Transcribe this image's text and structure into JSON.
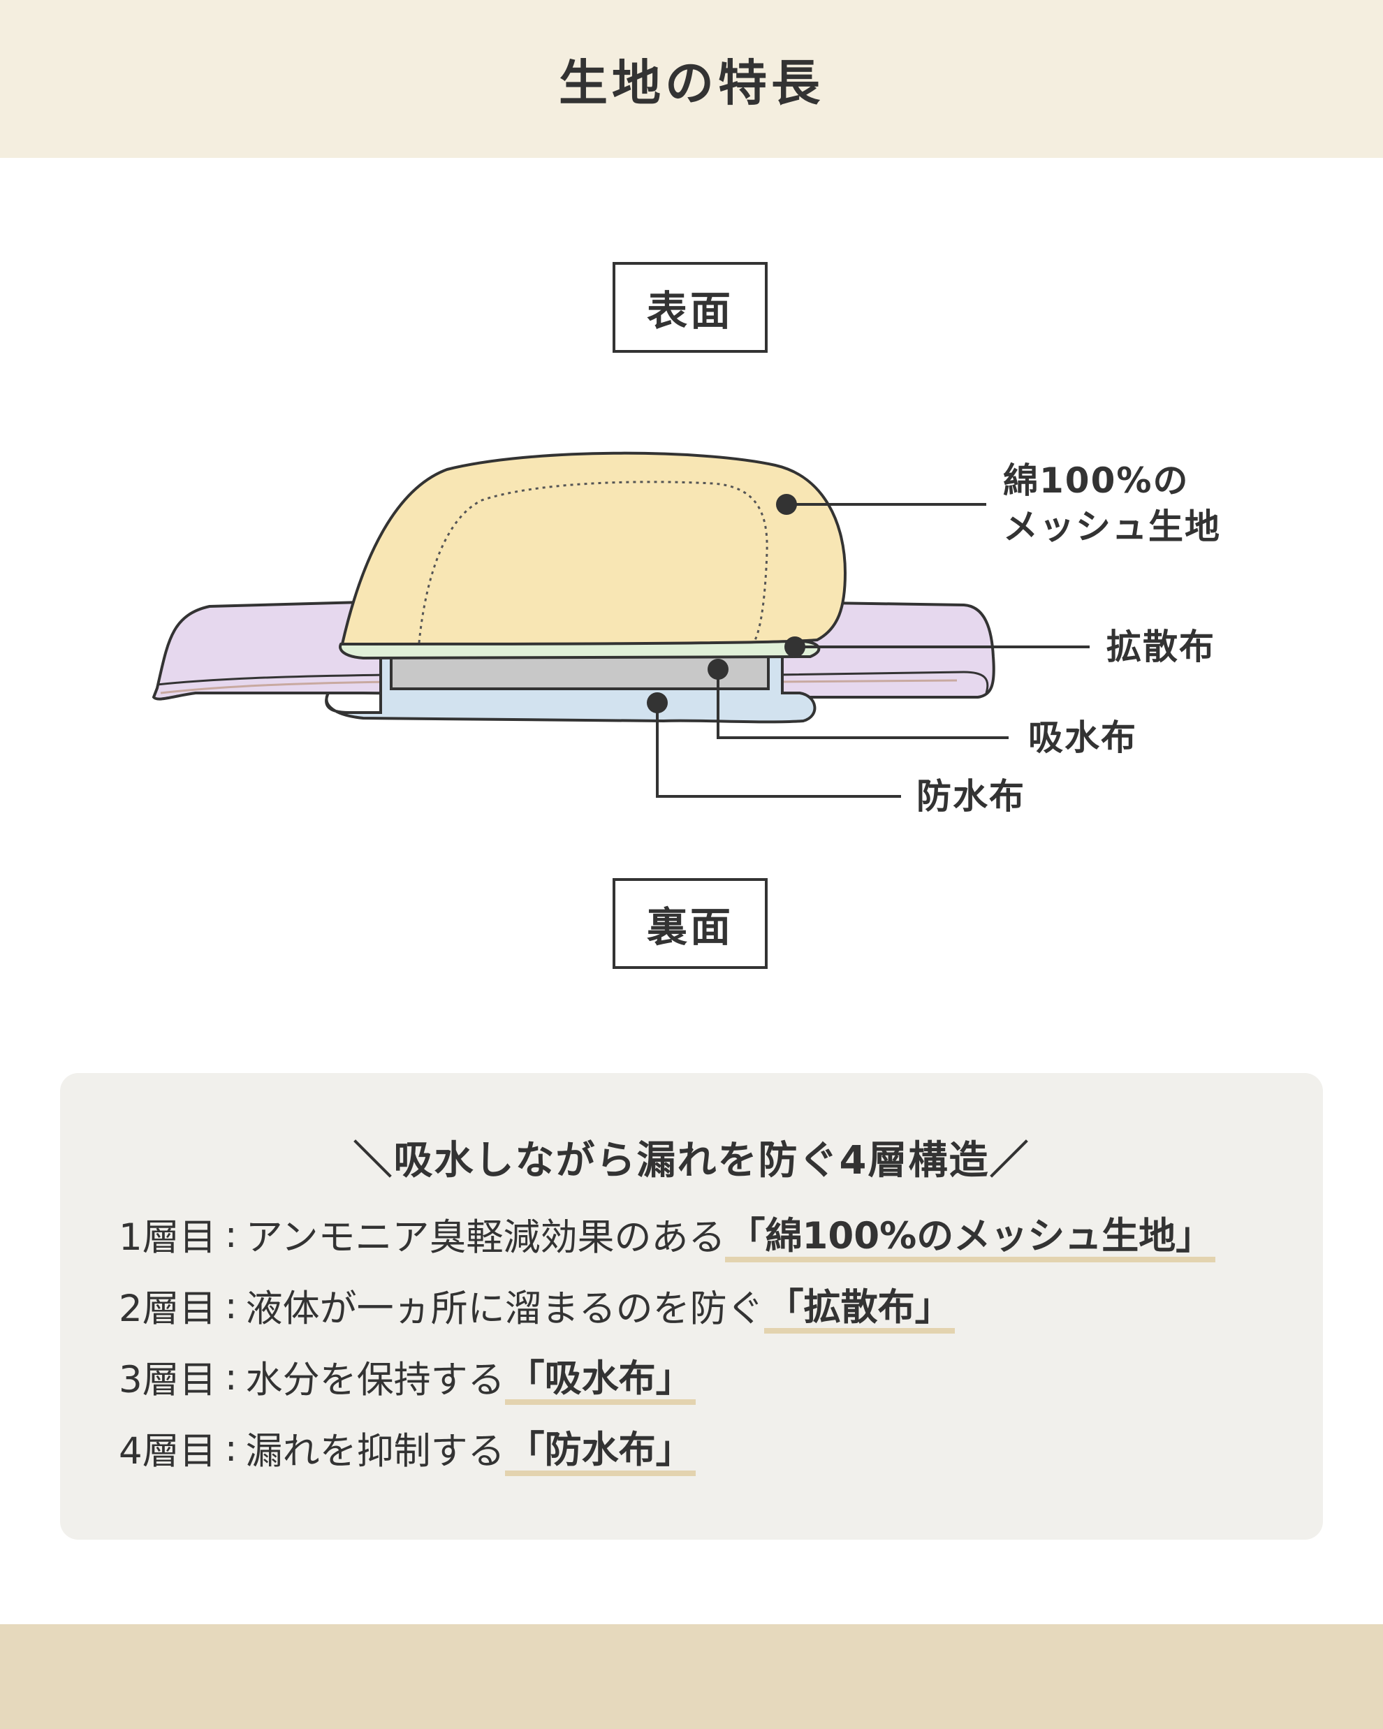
{
  "header": {
    "title": "生地の特長"
  },
  "faces": {
    "top": "表面",
    "bottom": "裏面"
  },
  "callouts": {
    "mesh_line1": "綿100%の",
    "mesh_line2": "メッシュ生地",
    "diffusion": "拡散布",
    "absorbent": "吸水布",
    "waterproof": "防水布"
  },
  "colors": {
    "header_bg": "#f4eedf",
    "mesh": "#f8e6b4",
    "diffusion": "#e0f0d8",
    "absorbent": "#c8c8c8",
    "waterproof": "#d2e2ef",
    "band": "#e6d8ee",
    "highlight": "#e3d3af",
    "footer_bg": "#e6d9bd"
  },
  "info": {
    "heading": "＼吸水しながら漏れを防ぐ4層構造／",
    "rows": [
      {
        "num": "1層目",
        "colon": ":",
        "text": "アンモニア臭軽減効果のある",
        "highlight": "「綿100%のメッシュ生地」"
      },
      {
        "num": "2層目",
        "colon": ":",
        "text": "液体が一ヵ所に溜まるのを防ぐ",
        "highlight": "「拡散布」"
      },
      {
        "num": "3層目",
        "colon": ":",
        "text": "水分を保持する",
        "highlight": "「吸水布」"
      },
      {
        "num": "4層目",
        "colon": ":",
        "text": "漏れを抑制する",
        "highlight": "「防水布」"
      }
    ]
  }
}
